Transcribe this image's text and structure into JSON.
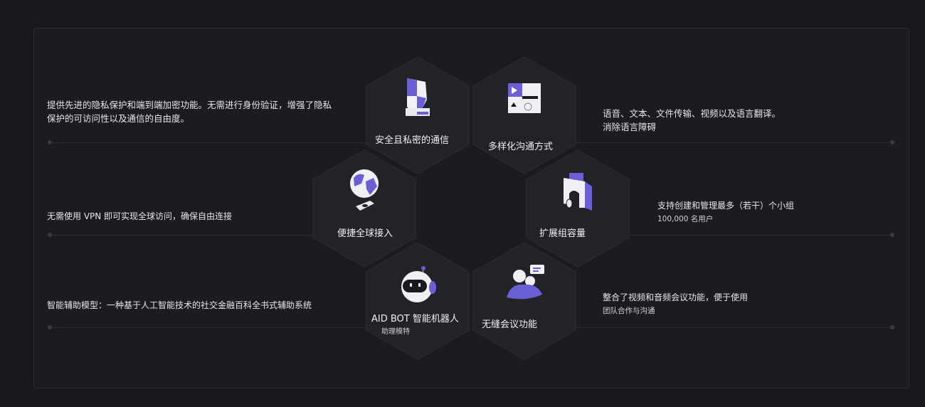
{
  "features": [
    {
      "title": "安全且私密的通信",
      "description": [
        "提供先进的隐私保护和端到端加密功能。无需进行身份验证，增强了隐私",
        "保护的可访问性以及通信的自由度。"
      ],
      "icon": "shield-icon"
    },
    {
      "title": "多样化沟通方式",
      "description": [
        "语音、文本、文件传输、视频以及语言翻译。",
        "消除语言障碍"
      ],
      "icon": "media-cube-icon"
    },
    {
      "title": "便捷全球接入",
      "description": [
        "无需使用 VPN 即可实现全球访问，确保自由连接"
      ],
      "icon": "globe-icon"
    },
    {
      "title": "扩展组容量",
      "description": [
        "支持创建和管理最多（若干）个小组",
        "100,000 名用户"
      ],
      "icon": "wallet-group-icon"
    },
    {
      "title": "AID BOT 智能机器人",
      "subtitle": "助理模特",
      "description": [
        "智能辅助模型：一种基于人工智能技术的社交金融百科全书式辅助系统"
      ],
      "icon": "robot-icon"
    },
    {
      "title": "无缝会议功能",
      "description": [
        "整合了视频和音频会议功能，便于使用",
        "团队合作与沟通"
      ],
      "icon": "meeting-icon"
    }
  ],
  "colors": {
    "accent": "#6b5fd6",
    "hex_fill": "#232428",
    "background": "#17181c"
  }
}
